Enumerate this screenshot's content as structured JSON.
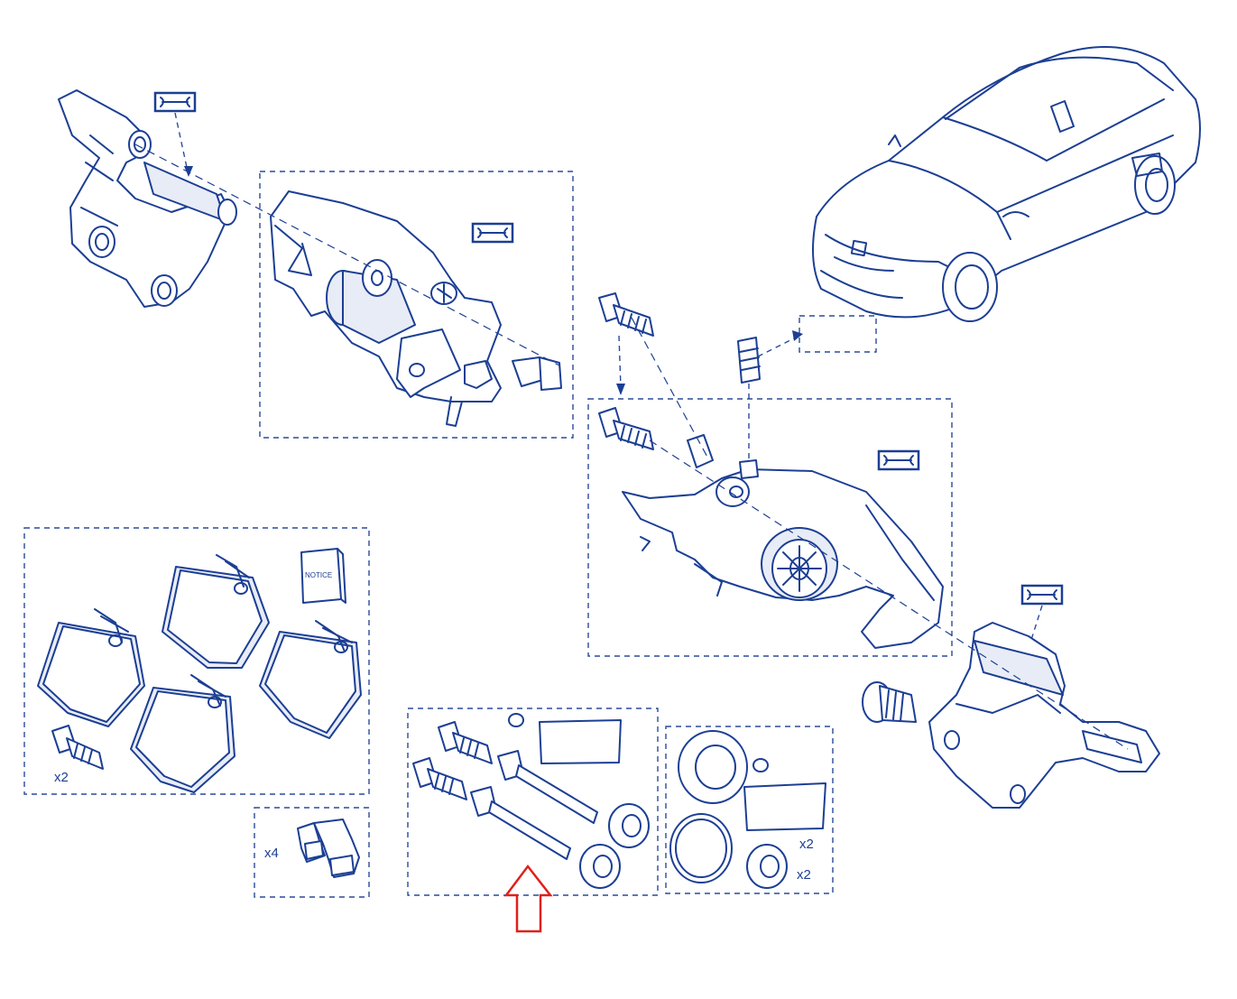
{
  "labels": {
    "bolts_qty": "x2",
    "clips_qty": "x4",
    "seal_kit_qty_a": "x2",
    "seal_kit_qty_b": "x2",
    "notice": "NOTICE"
  },
  "colors": {
    "line": "#1c3f94",
    "highlight_arrow": "#e0201b",
    "background": "#ffffff"
  },
  "highlight": {
    "icon": "up-arrow-icon",
    "target": "guide-pin-kit"
  }
}
